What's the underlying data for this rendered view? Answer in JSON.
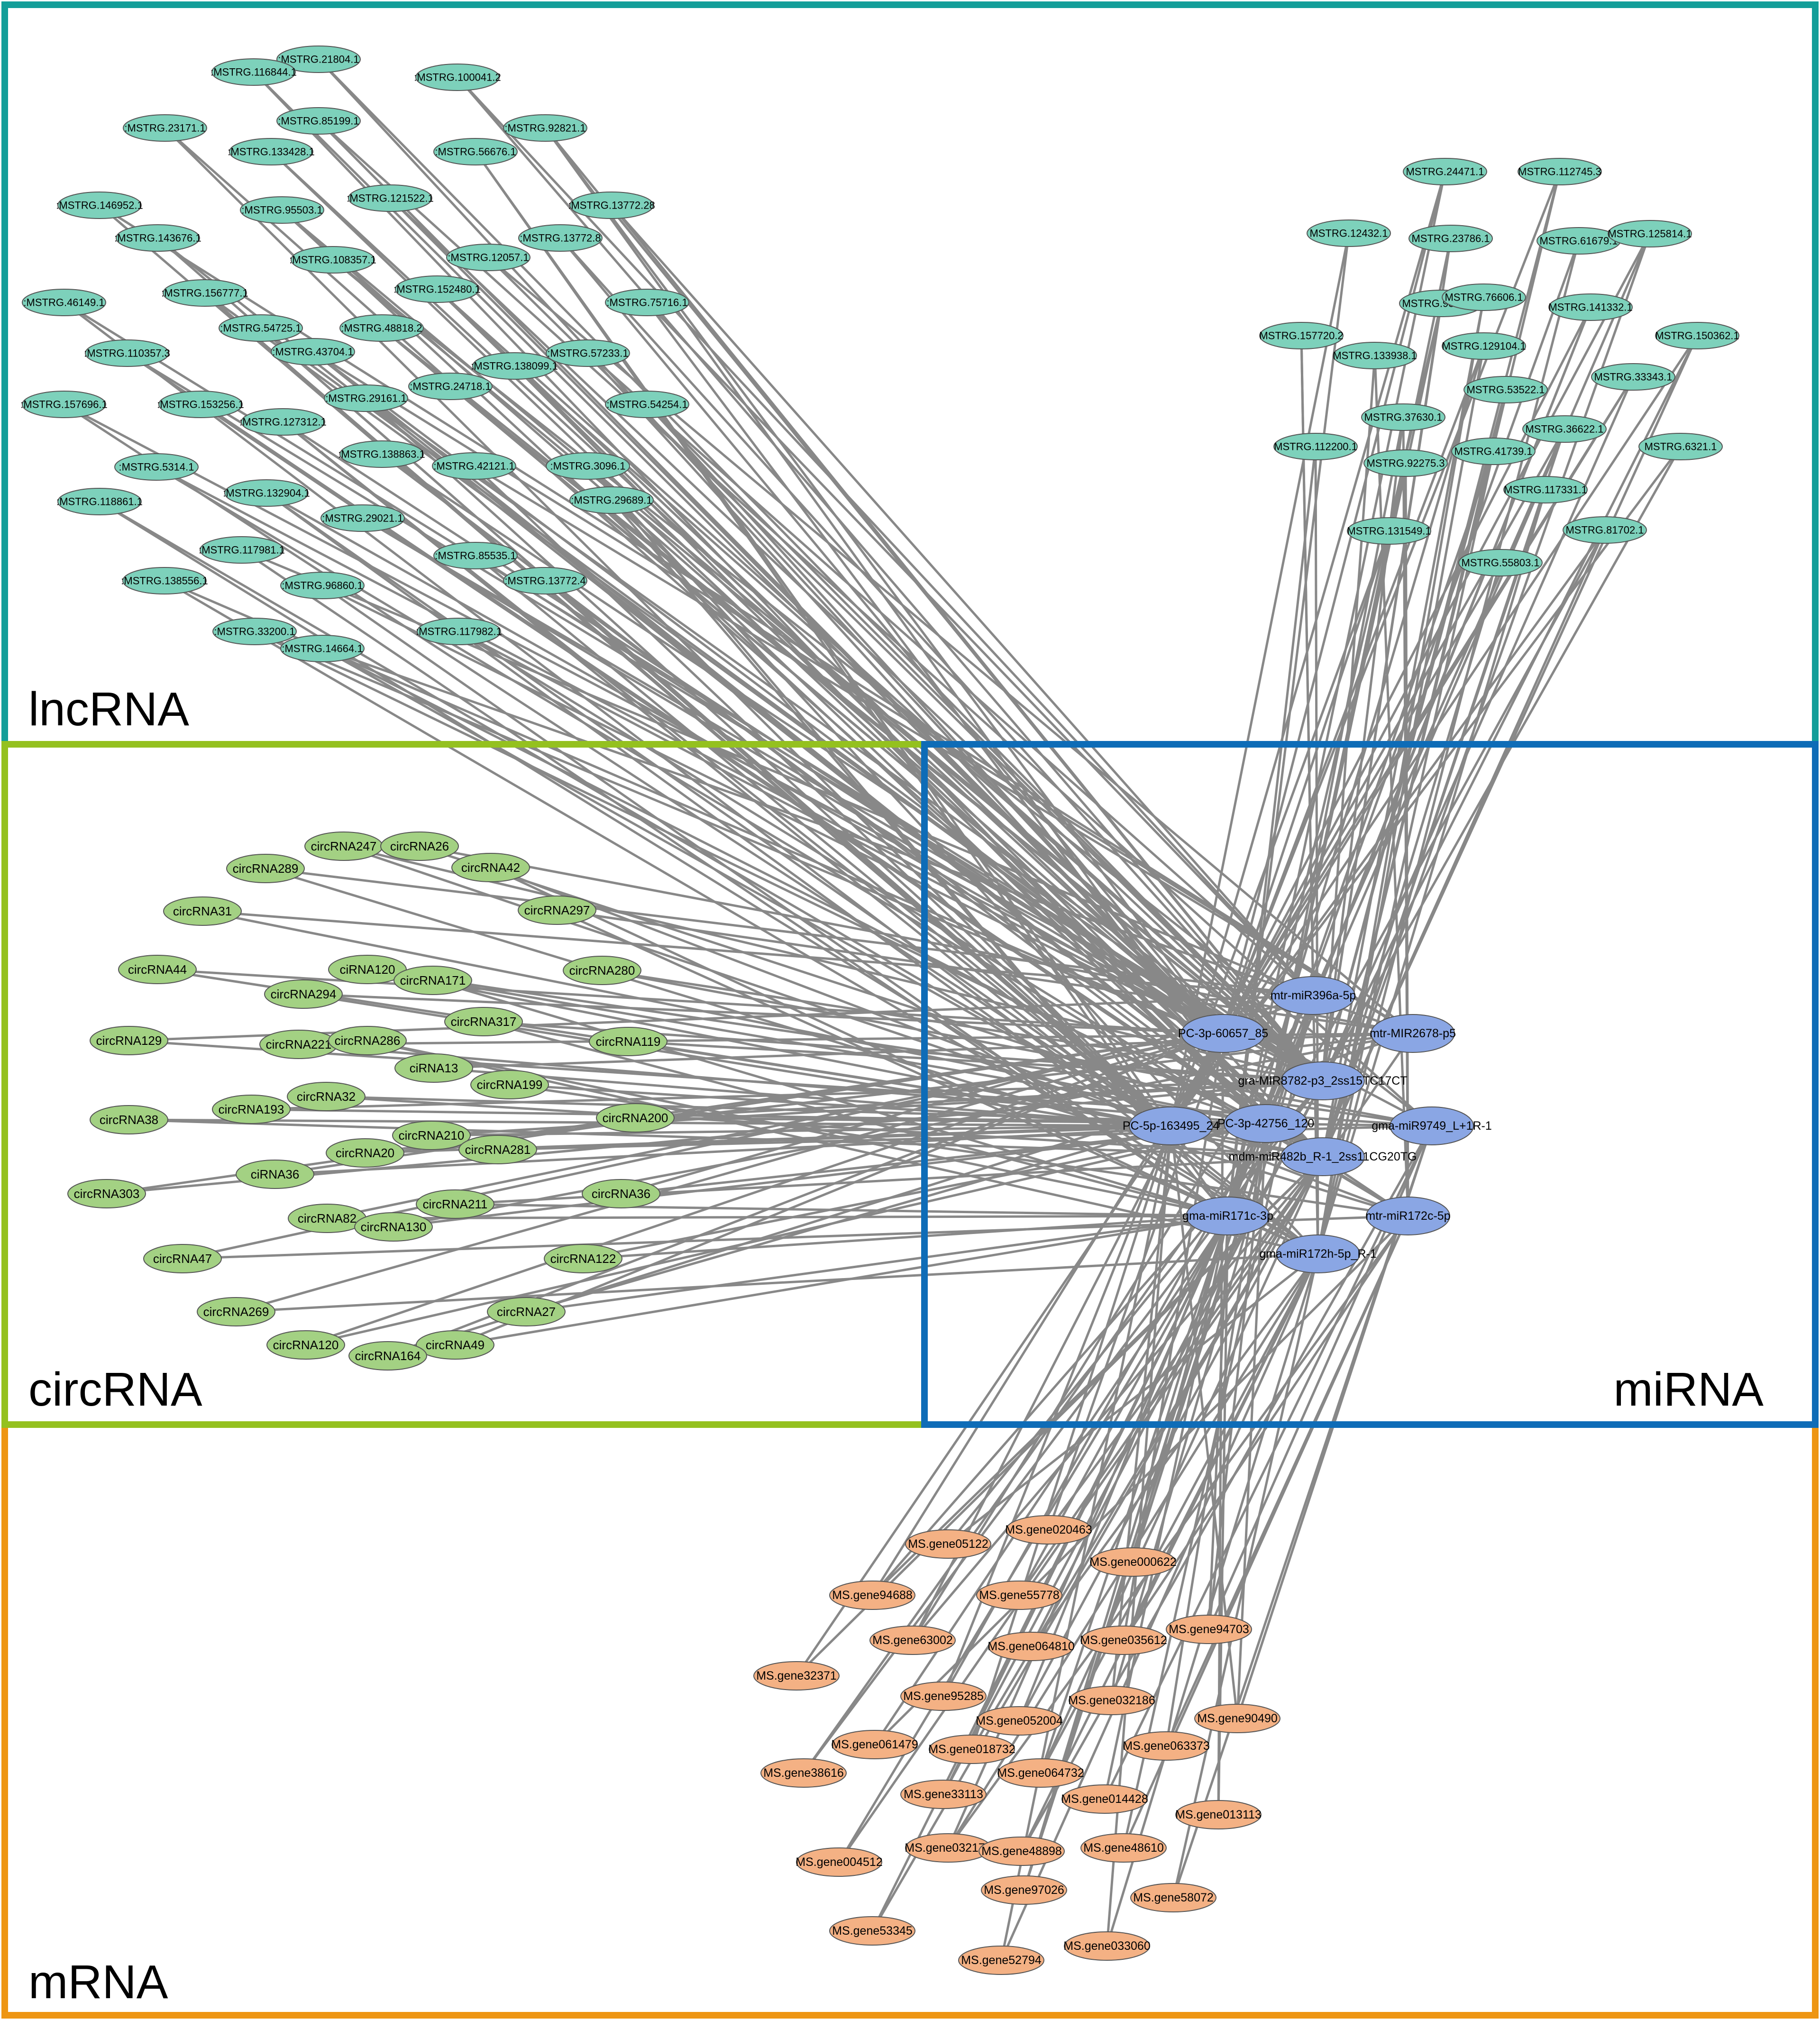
{
  "sections": {
    "lncrna": {
      "label": "lncRNA",
      "border_color": "#139e99",
      "node_fill": "#7dd1bb"
    },
    "circrna": {
      "label": "circRNA",
      "border_color": "#94c11f",
      "node_fill": "#a3d183"
    },
    "mirna": {
      "label": "miRNA",
      "border_color": "#0e6cb7",
      "node_fill": "#8aa6e4"
    },
    "mrna": {
      "label": "mRNA",
      "border_color": "#ee9613",
      "node_fill": "#f4b184"
    }
  },
  "edge_color": "#888888",
  "mirnas": [
    "mtr-miR396a-5p",
    "PC-3p-60657_85",
    "mtr-MIR2678-p5",
    "gra-MIR8782-p3_2ss15TC17CT",
    "PC-3p-42756_120",
    "PC-5p-163495_24",
    "gma-miR9749_L+1R-1",
    "mdm-miR482b_R-1_2ss11CG20TG",
    "gma-miR171c-3p",
    "mtr-miR172c-5p",
    "gma-miR172h-5p_R-1"
  ],
  "lncrnas_left": [
    ":MSTRG.21804.1",
    ":MSTRG.116844.1",
    ":MSTRG.100041.2",
    ":MSTRG.85199.1",
    ":MSTRG.92821.1",
    ":MSTRG.23171.1",
    ":MSTRG.133428.1",
    ":MSTRG.56676.1",
    ":MSTRG.121522.1",
    ":MSTRG.13772.28",
    ":MSTRG.146952.1",
    ":MSTRG.95503.1",
    ":MSTRG.143676.1",
    ":MSTRG.13772.8",
    ":MSTRG.12057.1",
    ":MSTRG.108357.1",
    ":MSTRG.152480.1",
    ":MSTRG.156777.1",
    ":MSTRG.75716.1",
    ":MSTRG.46149.1",
    ":MSTRG.54725.1",
    ":MSTRG.48818.2",
    ":MSTRG.43704.1",
    ":MSTRG.110357.3",
    ":MSTRG.57233.1",
    ":MSTRG.138099.1",
    ":MSTRG.24718.1",
    ":MSTRG.29161.1",
    ":MSTRG.153256.1",
    ":MSTRG.157696.1",
    ":MSTRG.54254.1",
    ":MSTRG.127312.1",
    ":MSTRG.138863.1",
    ":MSTRG.42121.1",
    ":MSTRG.3096.1",
    ":MSTRG.5314.1",
    ":MSTRG.132904.1",
    ":MSTRG.29689.1",
    ":MSTRG.118861.1",
    ":MSTRG.29021.1",
    ":MSTRG.117981.1",
    ":MSTRG.85535.1",
    ":MSTRG.13772.4",
    ":MSTRG.138556.1",
    ":MSTRG.96860.1",
    ":MSTRG.33200.1",
    ":MSTRG.117982.1",
    ":MSTRG.14664.1"
  ],
  "lncrnas_right": [
    "MSTRG.24471.1",
    "MSTRG.112745.3",
    "MSTRG.12432.1",
    "MSTRG.23786.1",
    "MSTRG.61679.1",
    "MSTRG.125814.1",
    "MSTRG.98746.3",
    "MSTRG.76606.1",
    "MSTRG.141332.1",
    "MSTRG.157720.2",
    "MSTRG.133938.1",
    "MSTRG.129104.1",
    "MSTRG.150362.1",
    "MSTRG.53522.1",
    "MSTRG.33343.1",
    "MSTRG.37630.1",
    "MSTRG.36622.1",
    "MSTRG.112200.1",
    "MSTRG.41739.1",
    "MSTRG.92275.3",
    "MSTRG.6321.1",
    "MSTRG.117331.1",
    "MSTRG.131549.1",
    "MSTRG.81702.1",
    "MSTRG.55803.1"
  ],
  "circrnas": [
    "circRNA247",
    "circRNA26",
    "circRNA289",
    "circRNA42",
    "circRNA31",
    "circRNA297",
    "circRNA44",
    "ciRNA120",
    "circRNA280",
    "circRNA171",
    "circRNA294",
    "circRNA317",
    "circRNA129",
    "circRNA221",
    "circRNA286",
    "circRNA119",
    "ciRNA13",
    "circRNA199",
    "circRNA32",
    "circRNA38",
    "circRNA193",
    "circRNA200",
    "circRNA210",
    "circRNA281",
    "circRNA20",
    "ciRNA36",
    "circRNA303",
    "circRNA36",
    "circRNA211",
    "circRNA82",
    "circRNA130",
    "circRNA47",
    "circRNA122",
    "circRNA27",
    "circRNA269",
    "circRNA49",
    "circRNA120",
    "circRNA164"
  ],
  "mrnas": [
    "MS.gene020463",
    "MS.gene05122",
    "MS.gene000622",
    "MS.gene94688",
    "MS.gene55778",
    "MS.gene63002",
    "MS.gene035612",
    "MS.gene94703",
    "MS.gene064810",
    "MS.gene32371",
    "MS.gene95285",
    "MS.gene032186",
    "MS.gene052004",
    "MS.gene90490",
    "MS.gene061479",
    "MS.gene063373",
    "MS.gene018732",
    "MS.gene064732",
    "MS.gene38616",
    "MS.gene33113",
    "MS.gene014428",
    "MS.gene013113",
    "MS.gene032177",
    "MS.gene48898",
    "MS.gene48610",
    "MS.gene004512",
    "MS.gene97026",
    "MS.gene58072",
    "MS.gene53345",
    "MS.gene033060",
    "MS.gene52794"
  ]
}
